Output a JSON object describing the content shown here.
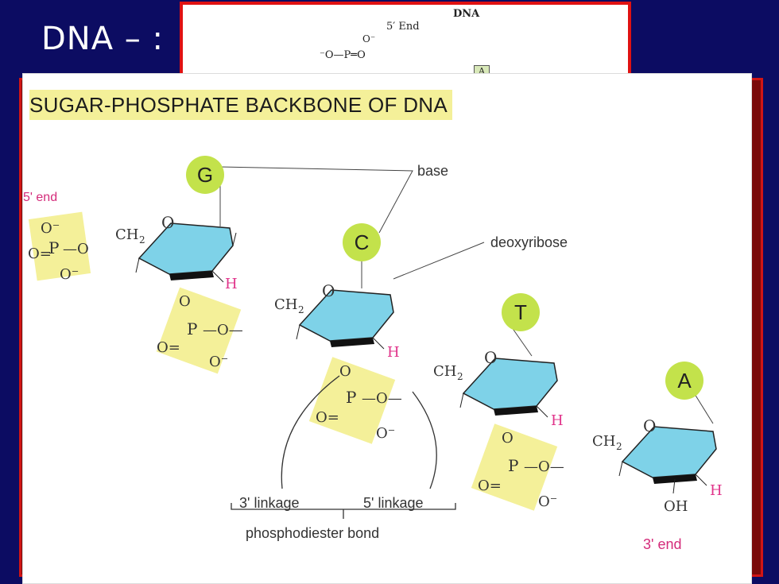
{
  "slide": {
    "title": "DNA – :"
  },
  "inset": {
    "heading": "DNA",
    "end_label": "5′ End",
    "o_minus": "O⁻",
    "phosphate_row": "⁻O—P═O",
    "base": "A"
  },
  "figure": {
    "title": "SUGAR-PHOSPHATE BACKBONE OF DNA",
    "labels": {
      "five_end": "5' end",
      "three_end": "3' end",
      "base": "base",
      "deoxyribose": "deoxyribose",
      "three_linkage": "3' linkage",
      "five_linkage": "5' linkage",
      "phosphodiester": "phosphodiester bond"
    },
    "bases": [
      "G",
      "C",
      "T",
      "A"
    ],
    "chem": {
      "ch2": "CH",
      "sub2": "2",
      "ring_o": "O",
      "h": "H",
      "oh": "OH",
      "p": "P",
      "o": "O",
      "o_minus": "O⁻"
    },
    "colors": {
      "base_circle": "#c3e24b",
      "sugar": "#7ed2e8",
      "phosphate": "#f4f099",
      "hydrogen": "#e0338a",
      "three_end": "#d42b7a"
    }
  }
}
